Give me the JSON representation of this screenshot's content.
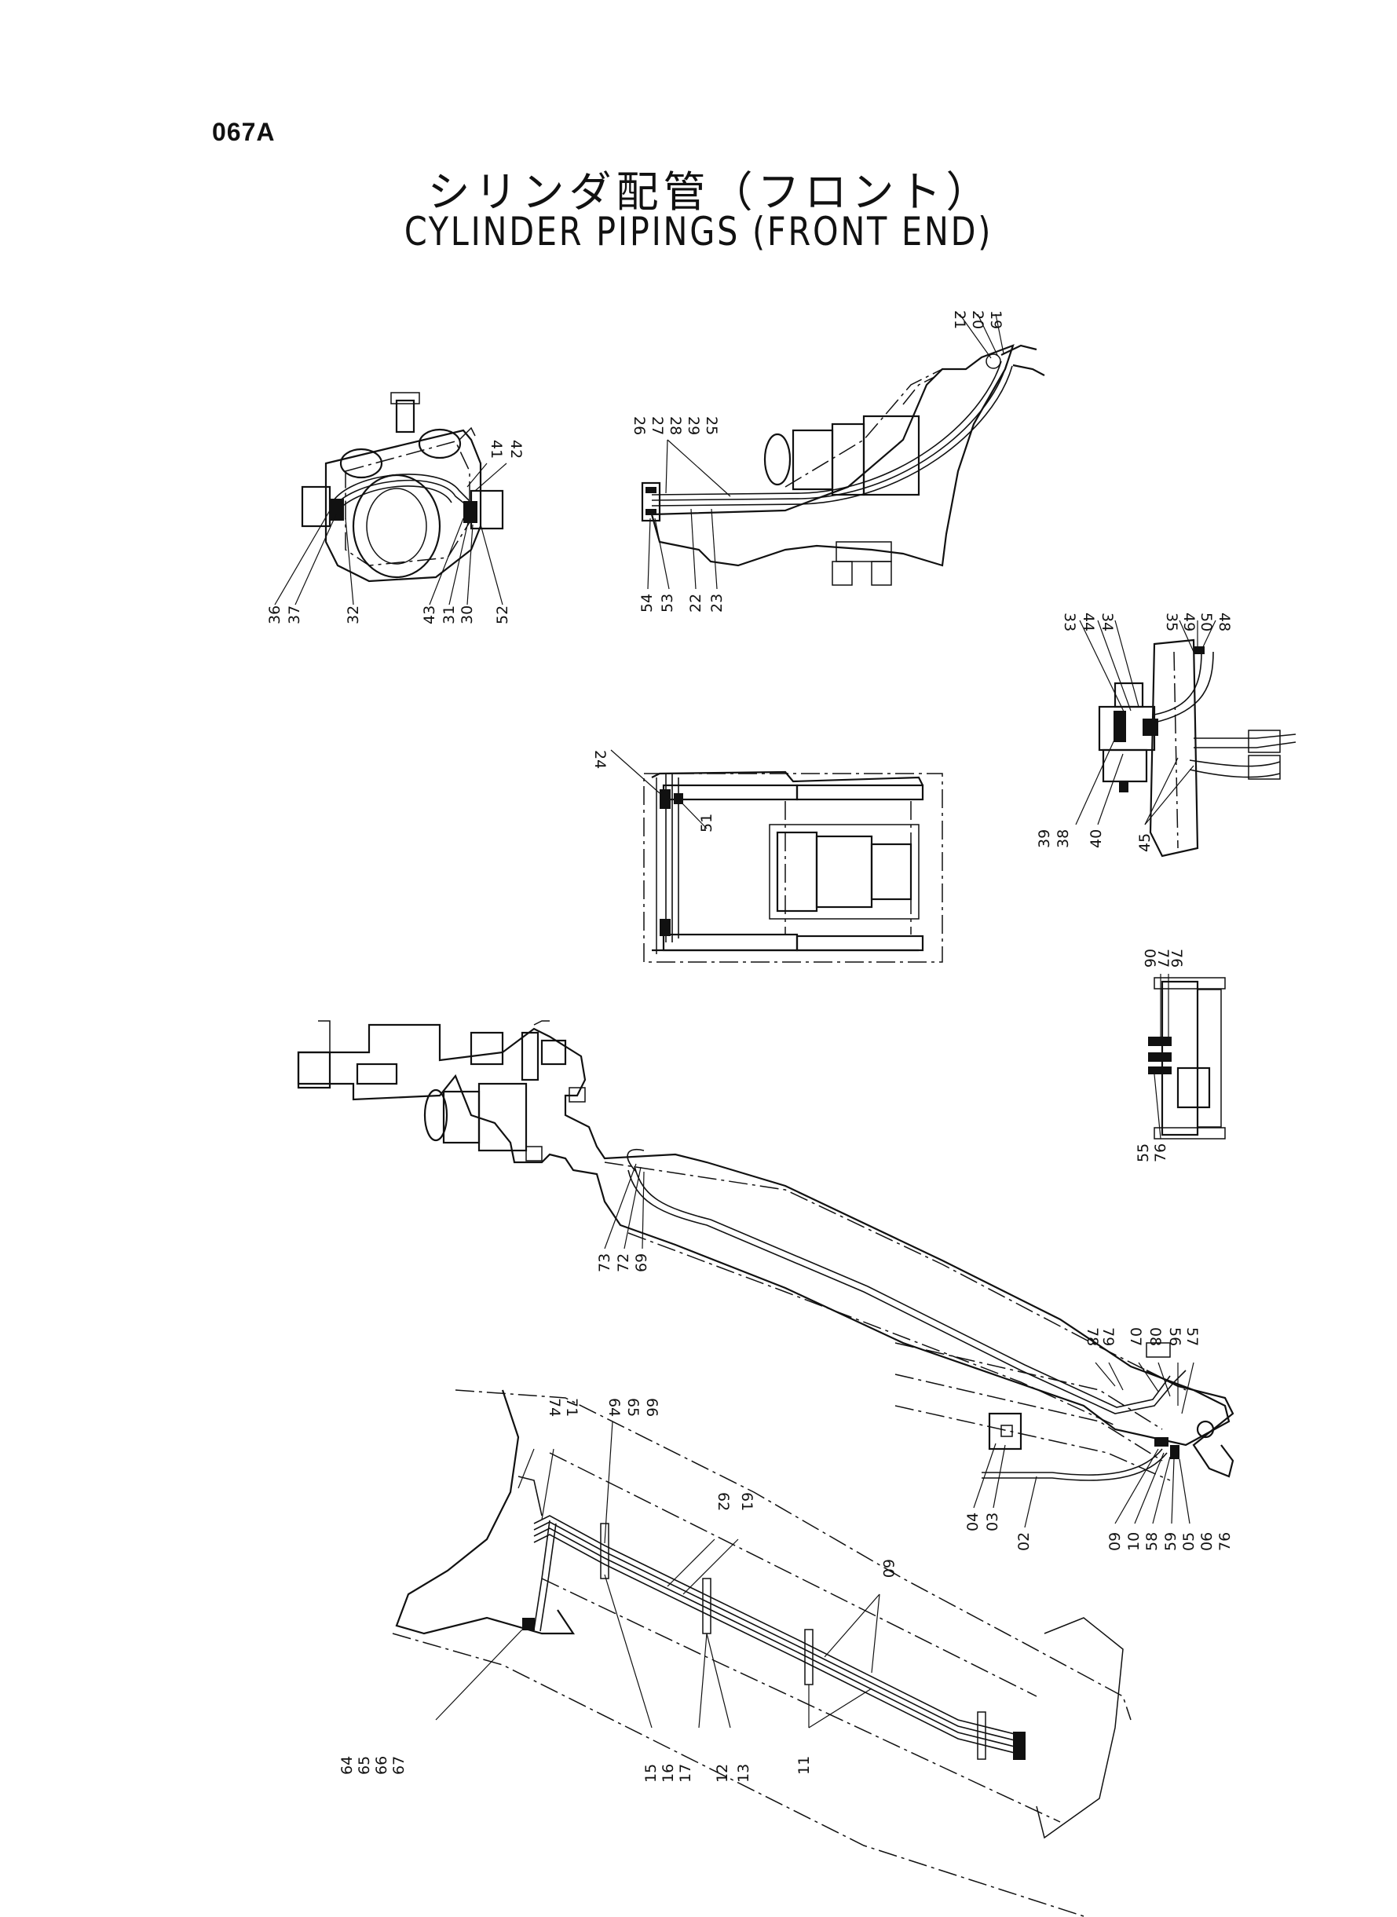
{
  "page_code": "067A",
  "title_jp": "シリンダ配管（フロント）",
  "title_en": "CYLINDER PIPINGS (FRONT END)",
  "callouts": {
    "view1": [
      "36",
      "37",
      "32",
      "43",
      "31",
      "30",
      "52",
      "41",
      "42"
    ],
    "view2": [
      "21",
      "20",
      "19",
      "26",
      "27",
      "28",
      "29",
      "25",
      "54",
      "53",
      "22",
      "23"
    ],
    "view3": [
      "33",
      "44",
      "34",
      "35",
      "49",
      "50",
      "48",
      "39",
      "38",
      "40",
      "45"
    ],
    "view4": [
      "24",
      "51"
    ],
    "view5": [
      "06",
      "77",
      "76",
      "55",
      "76"
    ],
    "view6": [
      "73",
      "72",
      "69"
    ],
    "view7": [
      "78",
      "79",
      "07",
      "08",
      "56",
      "57",
      "04",
      "03",
      "02",
      "09",
      "10",
      "58",
      "59",
      "05",
      "06",
      "76"
    ],
    "view8": [
      "74",
      "71",
      "64",
      "65",
      "66",
      "62",
      "61",
      "60",
      "64",
      "65",
      "66",
      "67",
      "15",
      "16",
      "17",
      "12",
      "13",
      "11"
    ]
  }
}
